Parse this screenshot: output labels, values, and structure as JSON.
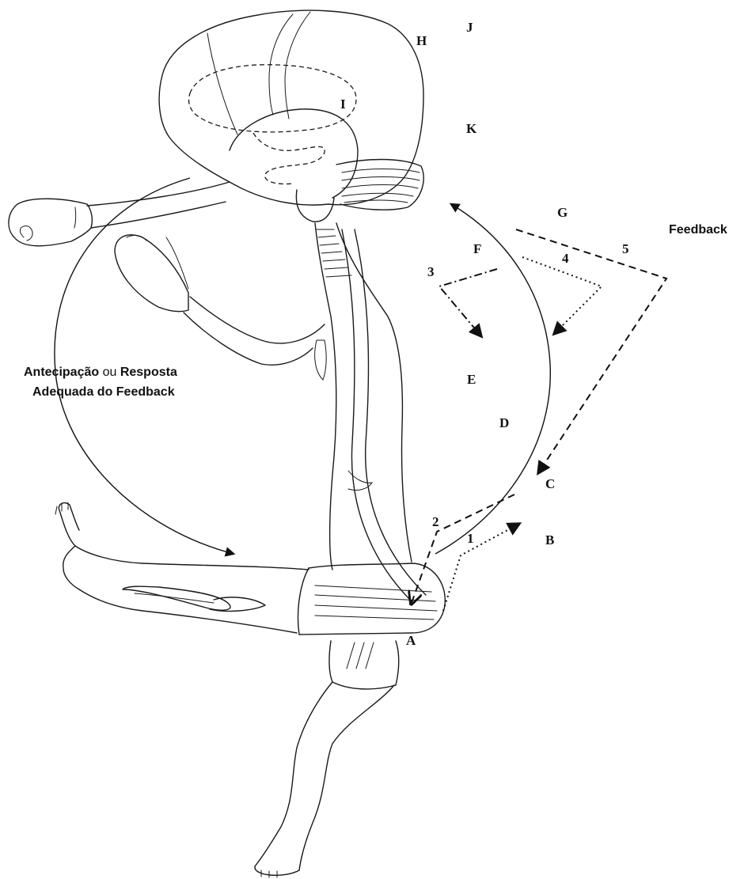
{
  "labels": {
    "A": "A",
    "B": "B",
    "C": "C",
    "D": "D",
    "E": "E",
    "F": "F",
    "G": "G",
    "H": "H",
    "I": "I",
    "J": "J",
    "K": "K",
    "n1": "1",
    "n2": "2",
    "n3": "3",
    "n4": "4",
    "n5": "5"
  },
  "feedback_label": "Feedback",
  "anticipation": {
    "line1_bold": "Antecipação",
    "line1_plain": " ou ",
    "line1_bold2": "Resposta",
    "line2": "Adequada do Feedback"
  }
}
